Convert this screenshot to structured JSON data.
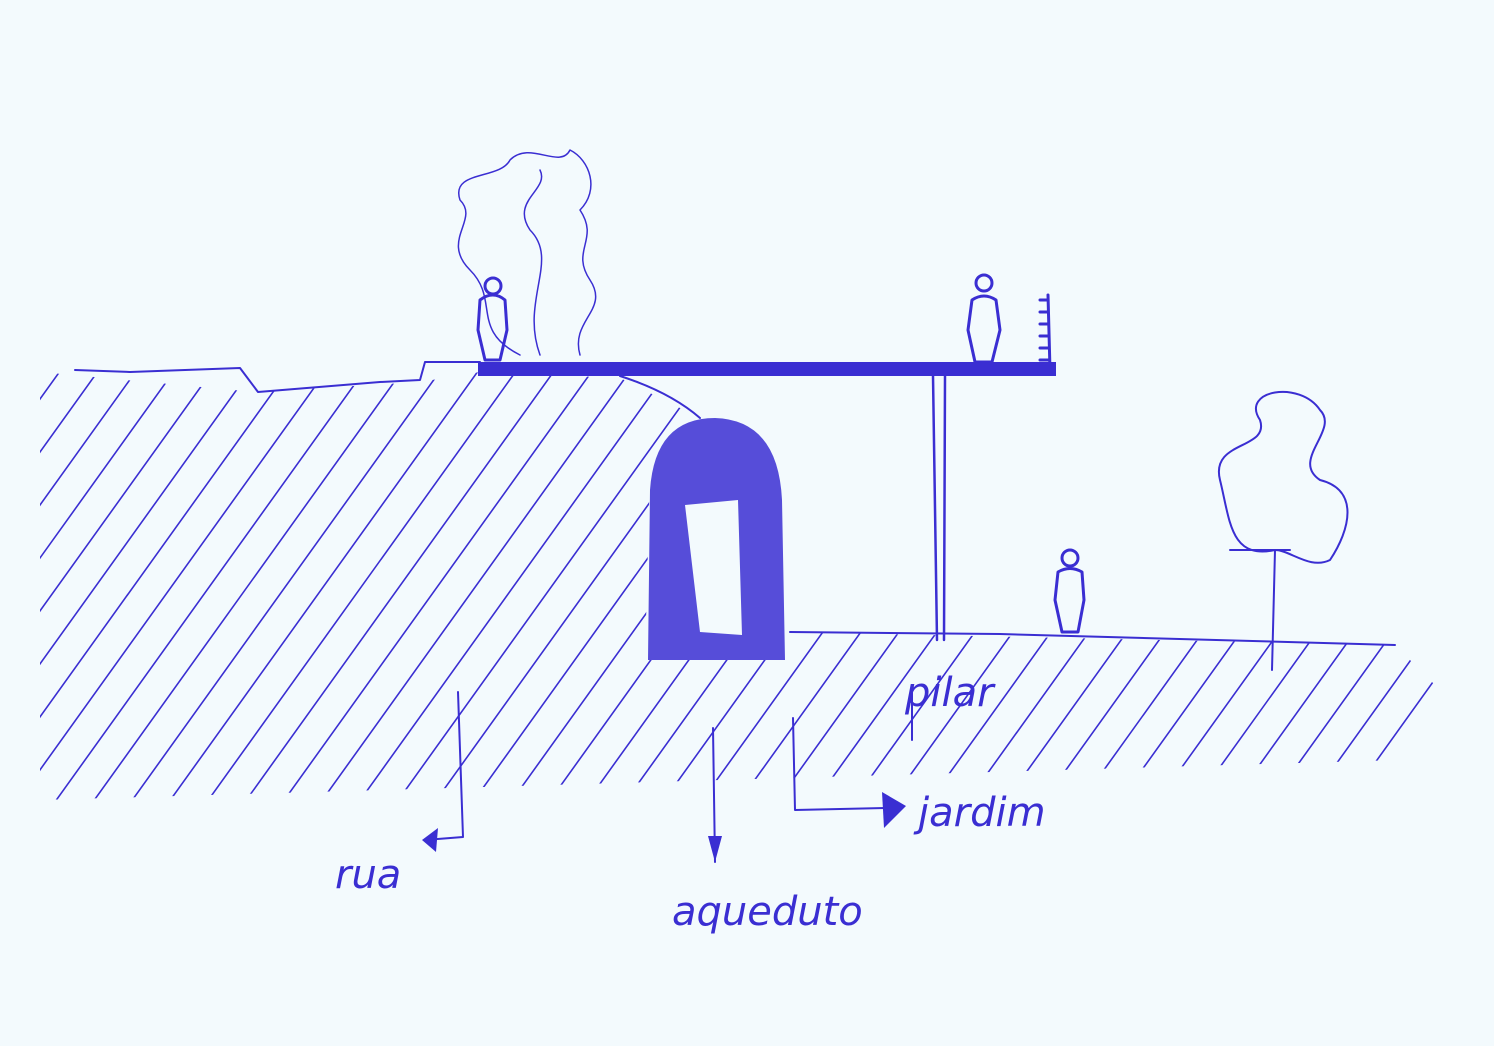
{
  "sketch": {
    "ink_color": "#3a2ed2",
    "paper_color": "#f3fafd",
    "labels": {
      "street": "rua",
      "aqueduct": "aqueduto",
      "garden": "jardim",
      "pillar": "pilar"
    }
  }
}
